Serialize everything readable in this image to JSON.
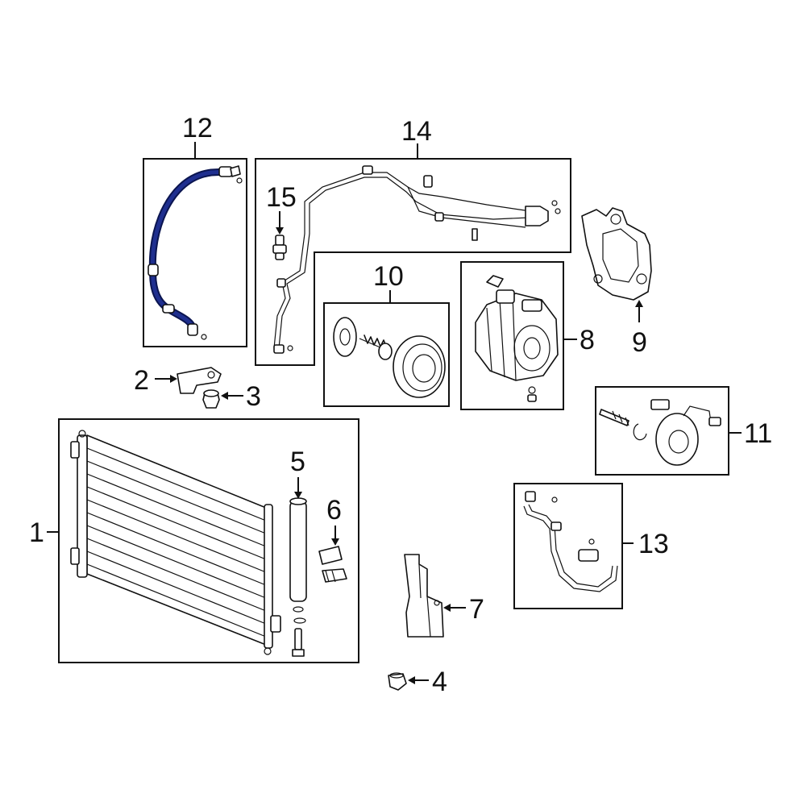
{
  "callouts": [
    {
      "id": "1",
      "label": "1"
    },
    {
      "id": "2",
      "label": "2"
    },
    {
      "id": "3",
      "label": "3"
    },
    {
      "id": "4",
      "label": "4"
    },
    {
      "id": "5",
      "label": "5"
    },
    {
      "id": "6",
      "label": "6"
    },
    {
      "id": "7",
      "label": "7"
    },
    {
      "id": "8",
      "label": "8"
    },
    {
      "id": "9",
      "label": "9"
    },
    {
      "id": "10",
      "label": "10"
    },
    {
      "id": "11",
      "label": "11"
    },
    {
      "id": "12",
      "label": "12"
    },
    {
      "id": "13",
      "label": "13"
    },
    {
      "id": "14",
      "label": "14"
    },
    {
      "id": "15",
      "label": "15"
    }
  ],
  "colors": {
    "line": "#111111",
    "highlight_part": "#1f2f8f",
    "highlight_outline": "#0b1550",
    "background": "#ffffff"
  },
  "highlighted_callout": "12"
}
